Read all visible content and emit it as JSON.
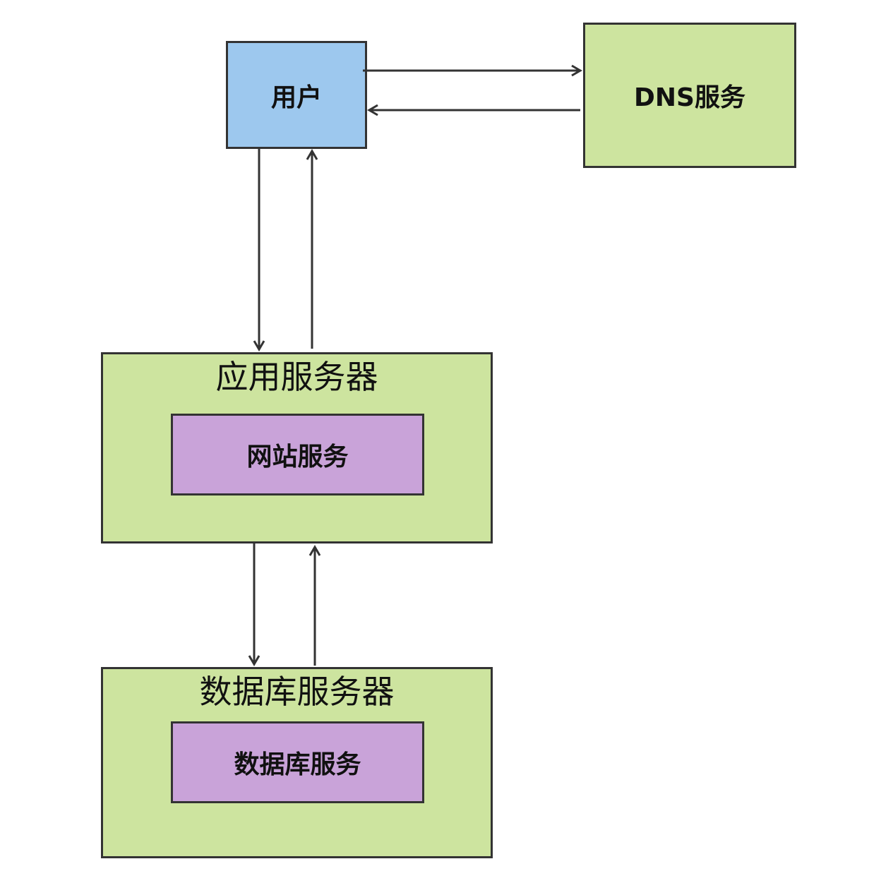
{
  "nodes": {
    "user": {
      "label": "用户"
    },
    "dns": {
      "label": "DNS服务"
    },
    "app_server": {
      "label": "应用服务器"
    },
    "web_service": {
      "label": "网站服务"
    },
    "db_server": {
      "label": "数据库服务器"
    },
    "db_service": {
      "label": "数据库服务"
    }
  },
  "colors": {
    "user_fill": "#9DC8EE",
    "server_fill": "#CDE49F",
    "service_fill": "#C9A3D9",
    "stroke": "#333333"
  }
}
